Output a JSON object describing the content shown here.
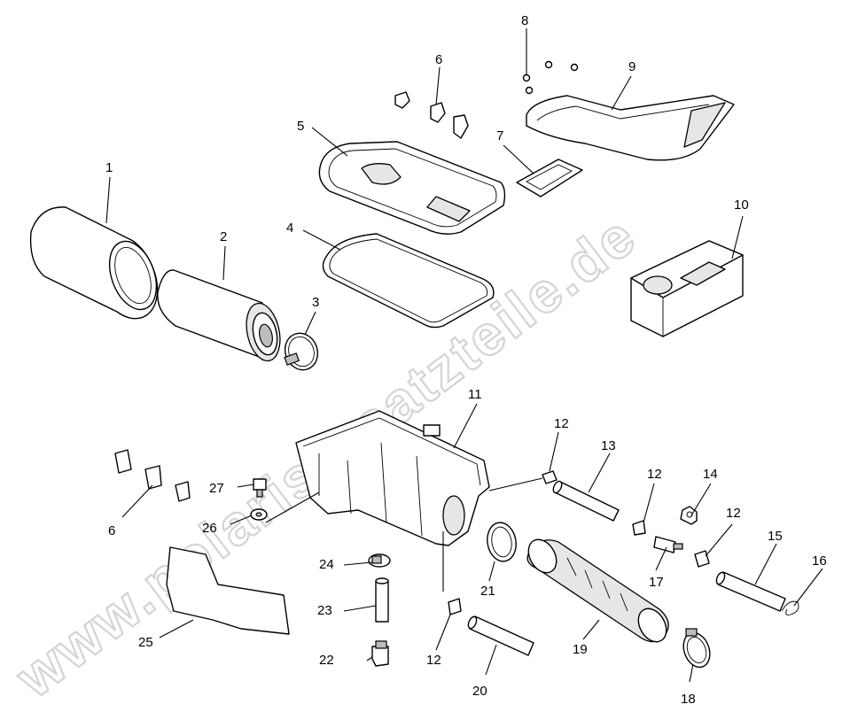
{
  "watermark": "www.polarisersatzteile.de",
  "callouts": {
    "c1": "1",
    "c2": "2",
    "c3": "3",
    "c4": "4",
    "c5": "5",
    "c6a": "6",
    "c6b": "6",
    "c7": "7",
    "c8": "8",
    "c9": "9",
    "c10": "10",
    "c11": "11",
    "c12a": "12",
    "c12b": "12",
    "c12c": "12",
    "c12d": "12",
    "c13": "13",
    "c14": "14",
    "c15": "15",
    "c16": "16",
    "c17": "17",
    "c18": "18",
    "c19": "19",
    "c20": "20",
    "c21": "21",
    "c22": "22",
    "c23": "23",
    "c24": "24",
    "c25": "25",
    "c26": "26",
    "c27": "27"
  }
}
